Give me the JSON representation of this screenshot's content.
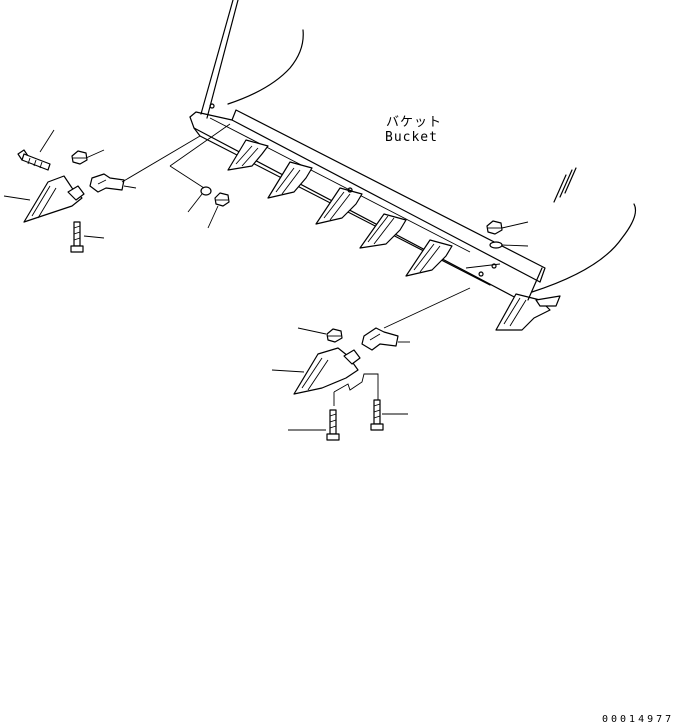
{
  "labels": {
    "bucket_jp": "バケット",
    "bucket_en": "Bucket"
  },
  "drawing_number": "00014977",
  "colors": {
    "line": "#000000",
    "background": "#ffffff"
  }
}
